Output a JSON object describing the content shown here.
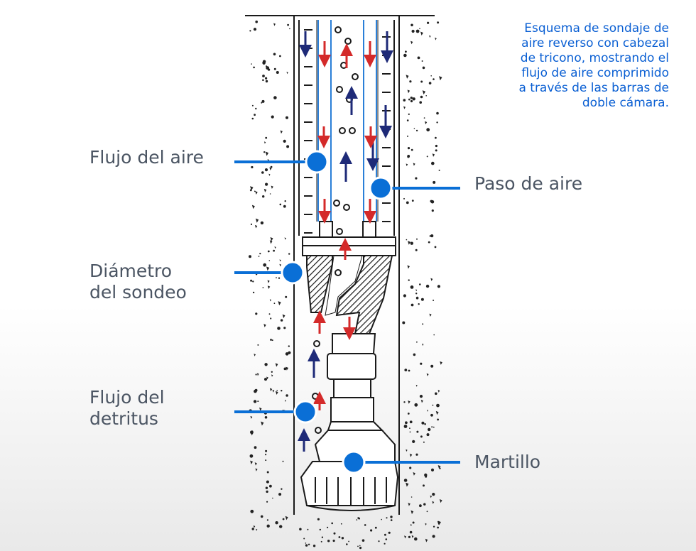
{
  "caption": {
    "lines": [
      "Esquema de sondaje de",
      "aire reverso con cabezal",
      "de tricono, mostrando el",
      "flujo de aire comprimido",
      "a través de las barras de",
      "doble cámara."
    ]
  },
  "labels": {
    "flujo_aire": "Flujo del aire",
    "paso_aire": "Paso de aire",
    "diametro": [
      "Diámetro",
      "del sondeo"
    ],
    "flujo_detritus": [
      "Flujo del",
      "detritus"
    ],
    "martillo": "Martillo"
  },
  "colors": {
    "accent": "#0a6fd6",
    "caption": "#0a5fd3",
    "label": "#4b5563",
    "arrow_up": "#1e2a78",
    "arrow_down": "#d42a2a",
    "line": "#1a1a1a"
  }
}
